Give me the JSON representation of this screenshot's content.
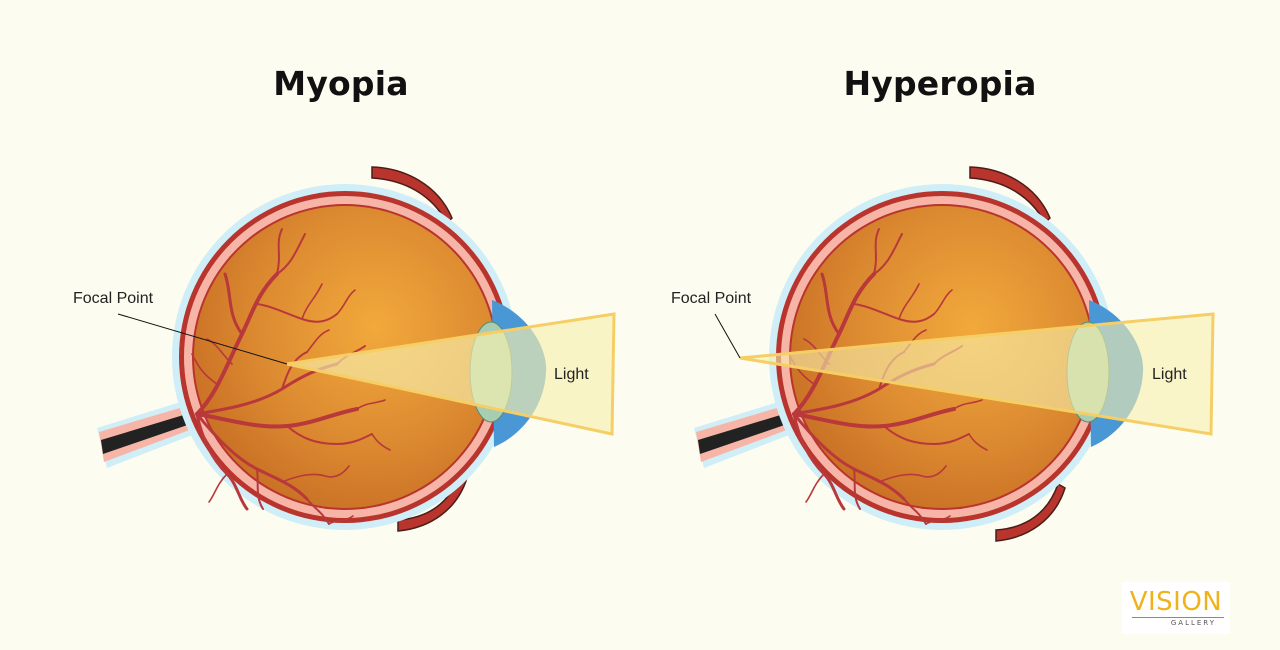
{
  "panels": [
    {
      "title": "Myopia",
      "focal_label": "Focal Point",
      "light_label": "Light"
    },
    {
      "title": "Hyperopia",
      "focal_label": "Focal Point",
      "light_label": "Light"
    }
  ],
  "logo": {
    "main": "VISION",
    "sub": "GALLERY"
  },
  "colors": {
    "background": "#fdfcf0",
    "eye_fill": "#d98a30",
    "retina_pink": "#f7b5a8",
    "sclera_red": "#b8342c",
    "outer_blue": "#cfeef7",
    "cornea_blue": "#4a97d6",
    "lens_green": "#a9cdb1",
    "light_yellow": "#f7f0ae",
    "vessels": "#b8383b",
    "logo_gold": "#f0b21b"
  }
}
